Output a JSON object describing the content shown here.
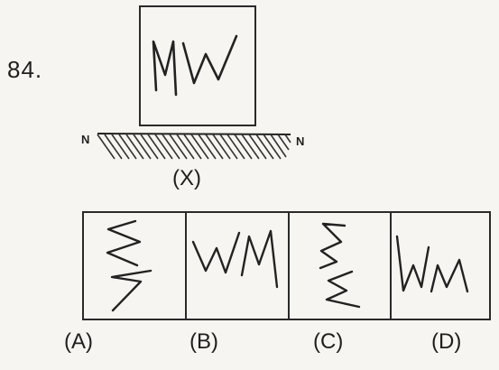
{
  "question": {
    "number": "84."
  },
  "mirror": {
    "left_label": "N",
    "right_label": "N"
  },
  "question_figure": {
    "label": "(X)",
    "text": "MW"
  },
  "options": [
    {
      "label": "(A)"
    },
    {
      "label": "(B)"
    },
    {
      "label": "(C)"
    },
    {
      "label": "(D)"
    }
  ]
}
